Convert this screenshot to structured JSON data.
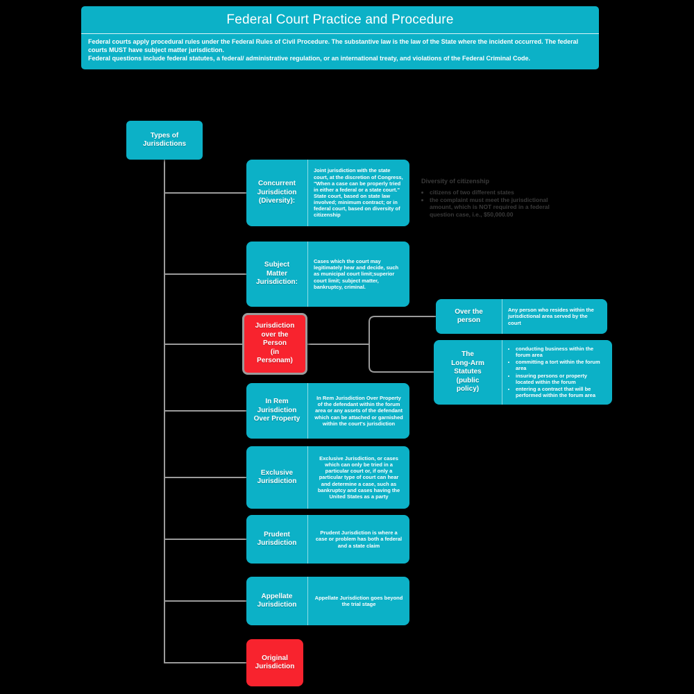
{
  "colors": {
    "background": "#000000",
    "teal": "#0CB1C7",
    "red": "#F8232E",
    "connector": "#9B9B9B",
    "muted_text": "#3A3A3A",
    "text": "#FFFFFF"
  },
  "header": {
    "title": "Federal Court Practice and Procedure",
    "paragraphs": [
      "Federal courts apply procedural rules under the Federal Rules of Civil Procedure. The substantive law is the law of the State where the incident occurred.  The federal courts MUST have subject matter jurisdiction.",
      "Federal questions include federal statutes, a federal/ administrative regulation, or an international treaty, and violations of the Federal Criminal Code."
    ]
  },
  "nodes": {
    "types": {
      "label": "Types of\nJurisdictions"
    },
    "concurrent": {
      "label": "Concurrent\nJurisdiction\n(Diversity):",
      "desc": "Joint jurisdiction with the state court, at  the discretion of Congress, \"When a case can be properly tried in either a federal or a state court.\"  State court, based on state law involved; minimum contract; or in federal court, based on diversity of citizenship"
    },
    "subject": {
      "label": "Subject\nMatter\nJurisdiction:",
      "desc": "Cases which the court may legitimately hear and decide, such as municipal court limit;superior court limit; subject matter, bankruptcy, criminal."
    },
    "person": {
      "label": "Jurisdiction\nover the\nPerson\n(in\nPersonam)"
    },
    "over_person": {
      "label": "Over the\nperson",
      "desc": "Any person who resides within the jurisdictional area served by the court"
    },
    "longarm": {
      "label": "The\nLong-Arm\nStatutes\n(public\npolicy)",
      "bullets": [
        "conducting business within the forum area",
        "committing a tort within the forum area",
        "insuring persons or property located within the forum",
        "entering a contract that will be performed within the forum area"
      ]
    },
    "inrem": {
      "label": "In Rem\nJurisdiction\nOver Property",
      "desc": "In Rem Jurisdiction Over Property of the defendant within the forum area or any assets of the defendant which can be attached or garnished within the court's jurisdiction"
    },
    "exclusive": {
      "label": "Exclusive\nJurisdiction",
      "desc": "Exclusive Jurisdiction, or cases which can only be tried in a particular court or, if only a particular type of court can hear and determine a case, such as bankruptcy and cases having the United States as a party"
    },
    "prudent": {
      "label": "Prudent\nJurisdiction",
      "desc": "Prudent Jurisdiction is where a case or problem has both a federal and a state claim"
    },
    "appellate": {
      "label": "Appellate\nJurisdiction",
      "desc": "Appellate Jurisdiction goes beyond the trial stage"
    },
    "original": {
      "label": "Original\nJurisdiction"
    }
  },
  "annotation": {
    "title": "Diversity of citizenship",
    "bullets": [
      "citizens of two different states",
      "the complaint must meet the jurisdictional amount, which is NOT required in a federal question case, i.e., $50,000.00"
    ]
  }
}
